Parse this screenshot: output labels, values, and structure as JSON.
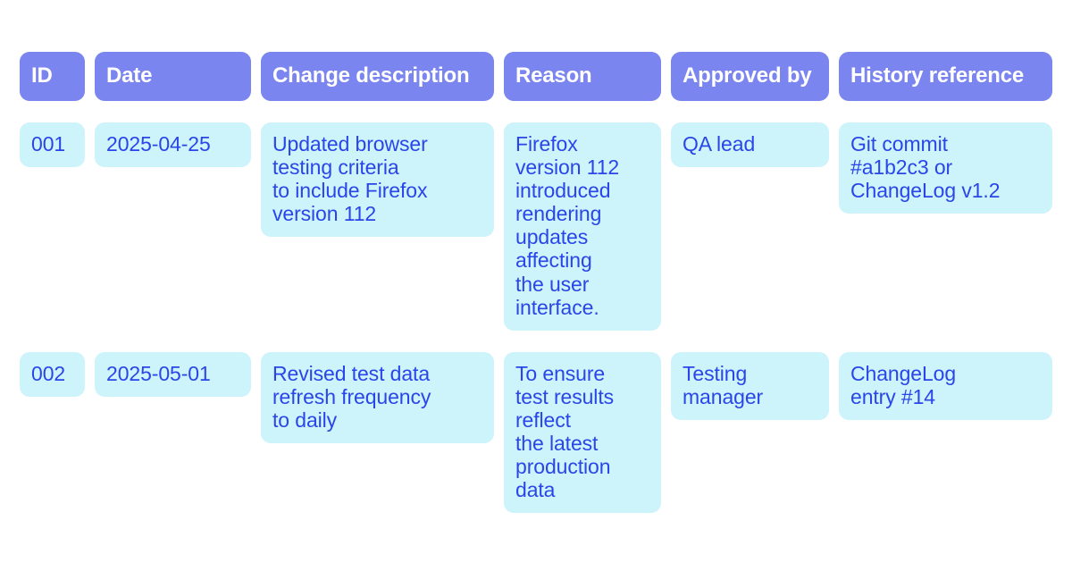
{
  "table": {
    "accent_header_bg": "#7b85ef",
    "header_text_color": "#ffffff",
    "cell_bg": "#cdf3fb",
    "cell_text_color": "#2a46e8",
    "page_bg": "#ffffff",
    "columns": [
      {
        "key": "id",
        "label": "ID"
      },
      {
        "key": "date",
        "label": "Date"
      },
      {
        "key": "change",
        "label": "Change description"
      },
      {
        "key": "reason",
        "label": "Reason"
      },
      {
        "key": "approved",
        "label": "Approved by"
      },
      {
        "key": "history",
        "label": "History reference"
      }
    ],
    "rows": [
      {
        "id": "001",
        "date": "2025-04-25",
        "change": "Updated browser\ntesting criteria\nto include Firefox\nversion 112",
        "reason": "Firefox\nversion 112\nintroduced\nrendering\nupdates\naffecting\nthe user\ninterface.",
        "approved": "QA lead",
        "history": "Git commit\n#a1b2c3 or\nChangeLog v1.2"
      },
      {
        "id": "002",
        "date": "2025-05-01",
        "change": "Revised test data\nrefresh frequency\nto daily",
        "reason": "To ensure\ntest results\nreflect\nthe latest\nproduction\ndata",
        "approved": "Testing\nmanager",
        "history": "ChangeLog\nentry #14"
      }
    ]
  }
}
